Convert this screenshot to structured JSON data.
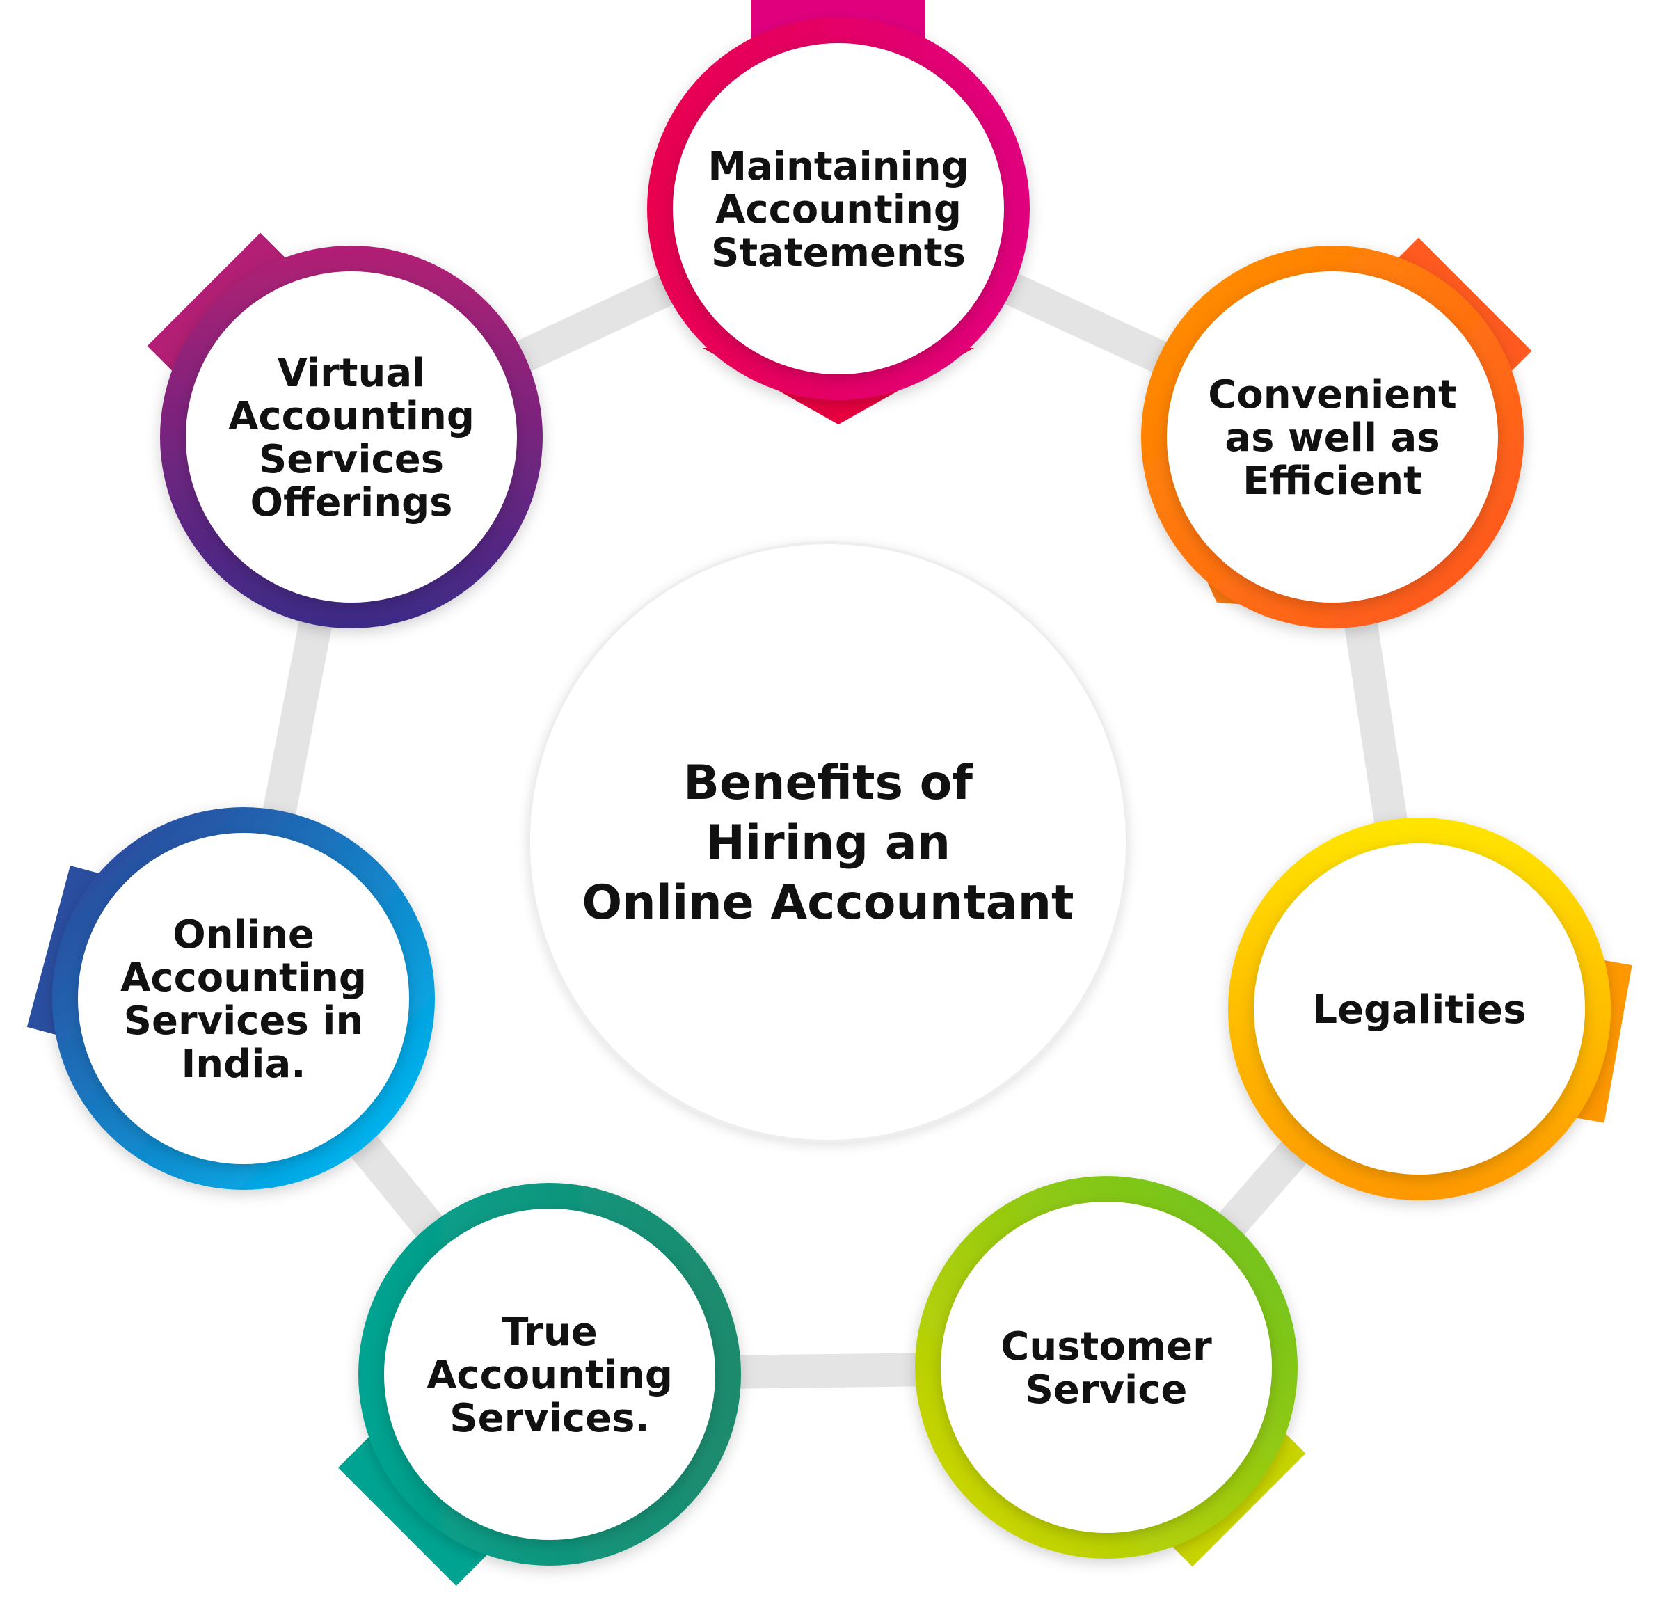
{
  "center": {
    "lines": [
      "Benefits of",
      "Hiring an",
      "Online Accountant"
    ]
  },
  "benefits": [
    {
      "lines": [
        "Maintaining",
        "Accounting",
        "Statements"
      ],
      "color_start": "#e8004f",
      "color_end": "#e0007e",
      "arrow_color": "#e8003f",
      "icon": "arrow-down-icon"
    },
    {
      "lines": [
        "Convenient",
        "as well as",
        "Efficient"
      ],
      "color_start": "#ff8a00",
      "color_end": "#ff5a1f",
      "arrow_color": "#ff7a10",
      "icon": "arrow-left-icon"
    },
    {
      "lines": [
        "Legalities"
      ],
      "color_start": "#ffe500",
      "color_end": "#ff9800",
      "arrow_color": "#ffc200",
      "icon": "arrow-left-icon"
    },
    {
      "lines": [
        "Customer",
        "Service"
      ],
      "color_start": "#76c41c",
      "color_end": "#c8d400",
      "arrow_color": "#a8cc10",
      "icon": "arrow-up-icon"
    },
    {
      "lines": [
        "True",
        "Accounting",
        "Services."
      ],
      "color_start": "#1e8a6c",
      "color_end": "#00a391",
      "arrow_color": "#058b76",
      "icon": "arrow-up-icon"
    },
    {
      "lines": [
        "Online",
        "Accounting",
        "Services in",
        "India."
      ],
      "color_start": "#00b2ec",
      "color_end": "#2a4ea0",
      "arrow_color": "#0a9ad8",
      "icon": "arrow-right-icon"
    },
    {
      "lines": [
        "Virtual",
        "Accounting",
        "Services",
        "Offerings"
      ],
      "color_start": "#3b2a87",
      "color_end": "#b21f74",
      "arrow_color": "#8a1f78",
      "icon": "arrow-down-icon"
    }
  ]
}
